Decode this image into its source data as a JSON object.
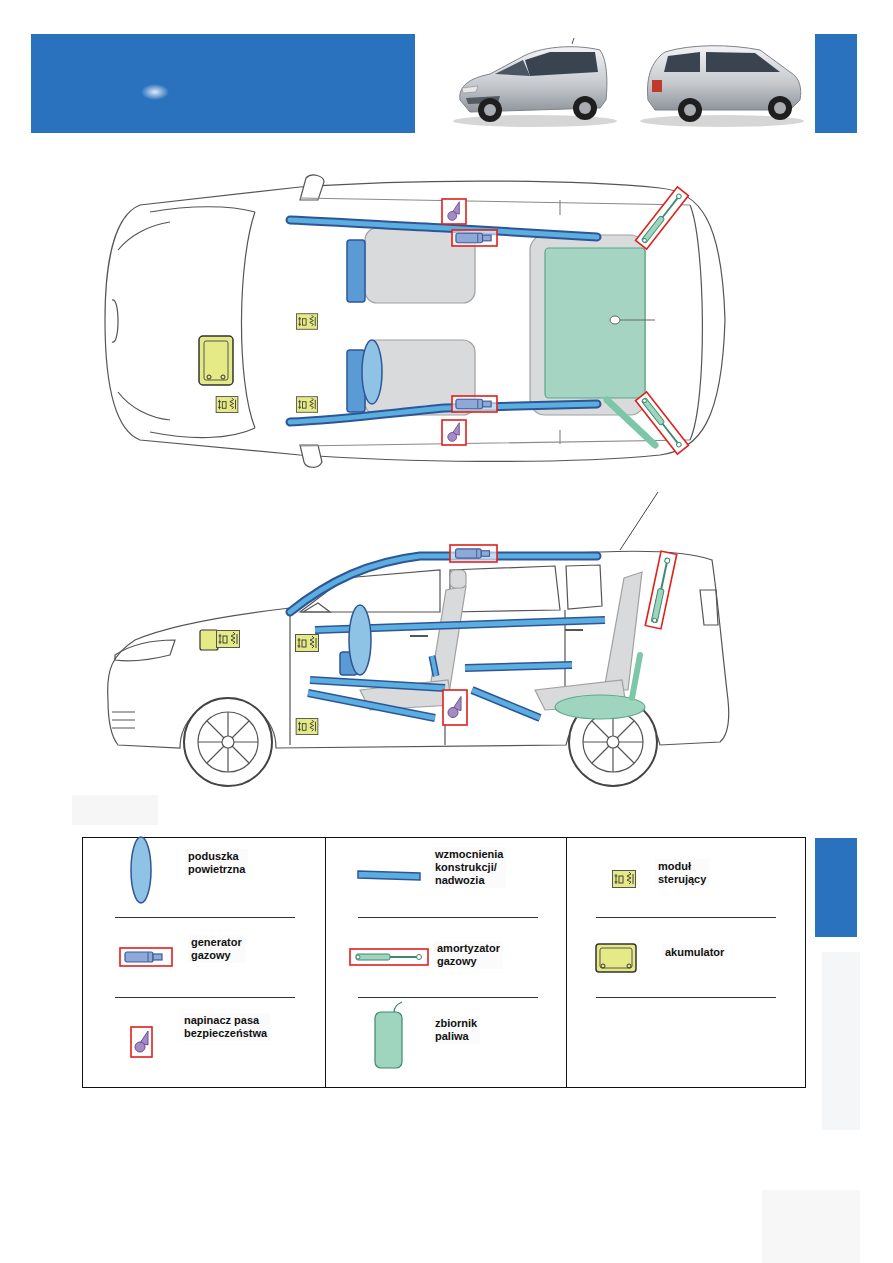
{
  "diagram": {
    "legend": [
      {
        "text": "poduszka powietrzna"
      },
      {
        "text": "wzmocnienia konstrukcji/ nadwozia"
      },
      {
        "text": "moduł sterujący"
      },
      {
        "text": "generator gazowy"
      },
      {
        "text": "amortyzator gazowy"
      },
      {
        "text": "akumulator"
      },
      {
        "text": "napinacz pasa bezpieczeństwa"
      },
      {
        "text": "zbiornik paliwa"
      }
    ]
  }
}
